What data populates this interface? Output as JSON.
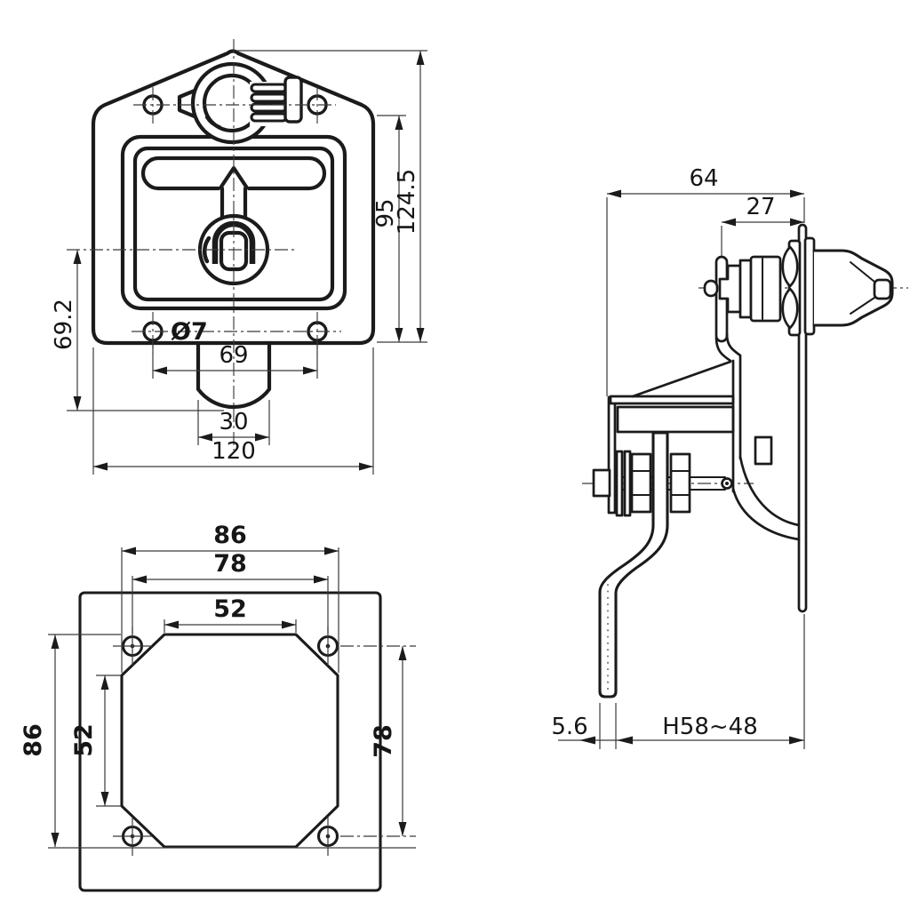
{
  "drawing": {
    "type": "engineering-drawing",
    "subject": "T-handle folding latch lock, three orthographic views",
    "colors": {
      "ink": "#1b1b1b",
      "background": "#ffffff"
    },
    "front_view": {
      "dims": {
        "overall_height": "124.5",
        "body_height": "95",
        "center_to_pawl_bottom": "69.2",
        "hole_diameter": "Ø7",
        "hole_spacing_h": "69",
        "pawl_width": "30",
        "overall_width": "120"
      }
    },
    "cutout_view": {
      "dims": {
        "cutout_width": "86",
        "hole_spacing_h": "78",
        "top_flat_width": "52",
        "cutout_height": "86",
        "side_flat_height": "52",
        "hole_spacing_v": "78"
      }
    },
    "side_view": {
      "dims": {
        "overall_depth": "64",
        "front_depth": "27",
        "pawl_thickness": "5.6",
        "grip_range": "H58~48"
      }
    }
  }
}
